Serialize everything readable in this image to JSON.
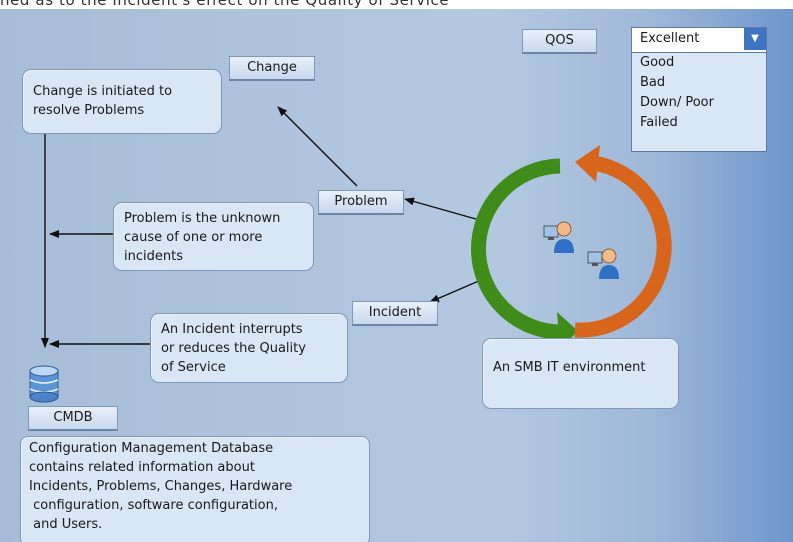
{
  "top_caption": "ned as to the Incident's effect on the Quality of Service",
  "qos": {
    "label": "QOS",
    "selected": "Excellent",
    "options": [
      "Good",
      "Bad",
      "Down/ Poor",
      "Failed"
    ]
  },
  "labels": {
    "change": "Change",
    "problem": "Problem",
    "incident": "Incident",
    "cmdb": "CMDB"
  },
  "boxes": {
    "change_desc": [
      "Change is initiated to",
      "resolve Problems"
    ],
    "problem_desc": [
      "Problem is the unknown",
      "cause of one or more",
      "incidents"
    ],
    "incident_desc": [
      "An Incident interrupts",
      "or reduces the Quality",
      "of Service"
    ],
    "environment": "An SMB IT environment",
    "cmdb_desc": [
      "Configuration Management Database",
      "contains related information about",
      "Incidents, Problems, Changes, Hardware",
      " configuration, software configuration,",
      " and Users."
    ]
  },
  "colors": {
    "cycle_green": "#3f8c1a",
    "cycle_orange": "#d8651c",
    "box_fill": "#d9e6f5",
    "accent_blue": "#3f73c4"
  },
  "icons": [
    "users-icon",
    "database-icon",
    "dropdown-arrow-icon"
  ]
}
